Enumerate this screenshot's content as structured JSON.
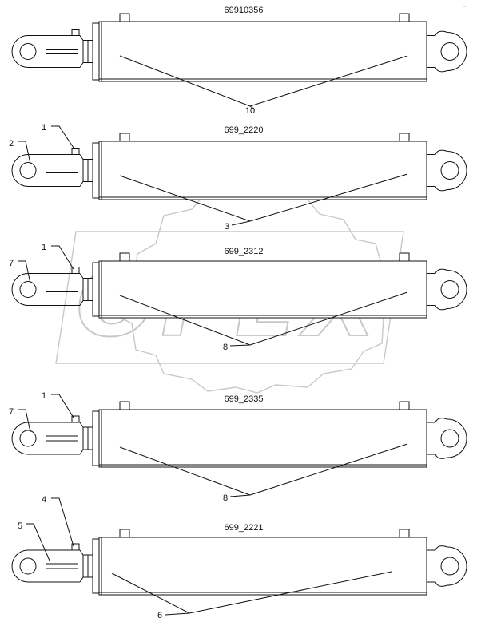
{
  "watermark": "OPEX",
  "corner_code": "—",
  "assemblies": [
    {
      "part_number": "69910356",
      "callouts": [
        {
          "label": "10",
          "role": "tube"
        }
      ]
    },
    {
      "part_number": "699_2220",
      "callouts": [
        {
          "label": "1",
          "role": "grease-fitting"
        },
        {
          "label": "2",
          "role": "clevis"
        },
        {
          "label": "3",
          "role": "tube"
        }
      ]
    },
    {
      "part_number": "699_2312",
      "callouts": [
        {
          "label": "1",
          "role": "grease-fitting"
        },
        {
          "label": "7",
          "role": "clevis"
        },
        {
          "label": "8",
          "role": "tube"
        }
      ]
    },
    {
      "part_number": "699_2335",
      "callouts": [
        {
          "label": "1",
          "role": "grease-fitting"
        },
        {
          "label": "7",
          "role": "clevis"
        },
        {
          "label": "8",
          "role": "tube"
        }
      ]
    },
    {
      "part_number": "699_2221",
      "callouts": [
        {
          "label": "4",
          "role": "grease-fitting"
        },
        {
          "label": "5",
          "role": "clevis"
        },
        {
          "label": "6",
          "role": "tube"
        }
      ]
    }
  ]
}
